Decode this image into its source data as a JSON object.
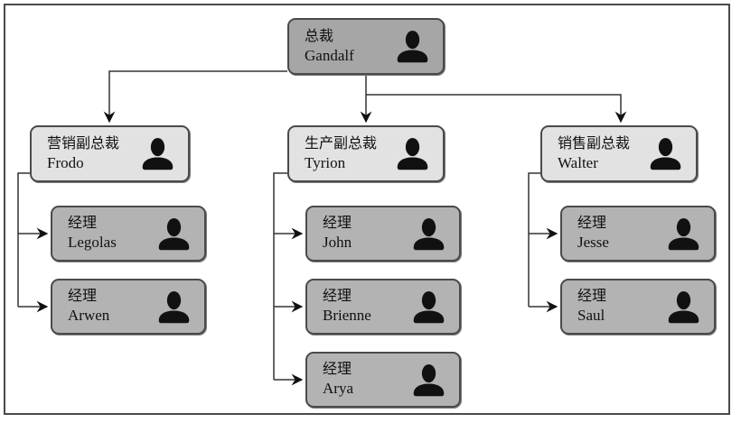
{
  "diagram": {
    "type": "org-chart",
    "colors": {
      "president_fill": "#a6a6a6",
      "vp_fill": "#e2e2e2",
      "manager_fill": "#b3b3b3",
      "box_border": "#4a4a4a",
      "connector_line": "#333333",
      "arrowhead": "#111111",
      "icon": "#111111",
      "frame_border": "#4a4a4a",
      "background": "#ffffff"
    }
  },
  "nodes": {
    "president": {
      "title": "总裁",
      "name": "Gandalf"
    },
    "vp_marketing": {
      "title": "营销副总裁",
      "name": "Frodo"
    },
    "vp_production": {
      "title": "生产副总裁",
      "name": "Tyrion"
    },
    "vp_sales": {
      "title": "销售副总裁",
      "name": "Walter"
    },
    "mgr_legolas": {
      "title": "经理",
      "name": "Legolas"
    },
    "mgr_arwen": {
      "title": "经理",
      "name": "Arwen"
    },
    "mgr_john": {
      "title": "经理",
      "name": "John"
    },
    "mgr_brienne": {
      "title": "经理",
      "name": "Brienne"
    },
    "mgr_arya": {
      "title": "经理",
      "name": "Arya"
    },
    "mgr_jesse": {
      "title": "经理",
      "name": "Jesse"
    },
    "mgr_saul": {
      "title": "经理",
      "name": "Saul"
    }
  },
  "edges": [
    {
      "from": "president",
      "to": "vp_marketing"
    },
    {
      "from": "president",
      "to": "vp_production"
    },
    {
      "from": "president",
      "to": "vp_sales"
    },
    {
      "from": "vp_marketing",
      "to": "mgr_legolas"
    },
    {
      "from": "vp_marketing",
      "to": "mgr_arwen"
    },
    {
      "from": "vp_production",
      "to": "mgr_john"
    },
    {
      "from": "vp_production",
      "to": "mgr_brienne"
    },
    {
      "from": "vp_production",
      "to": "mgr_arya"
    },
    {
      "from": "vp_sales",
      "to": "mgr_jesse"
    },
    {
      "from": "vp_sales",
      "to": "mgr_saul"
    }
  ]
}
